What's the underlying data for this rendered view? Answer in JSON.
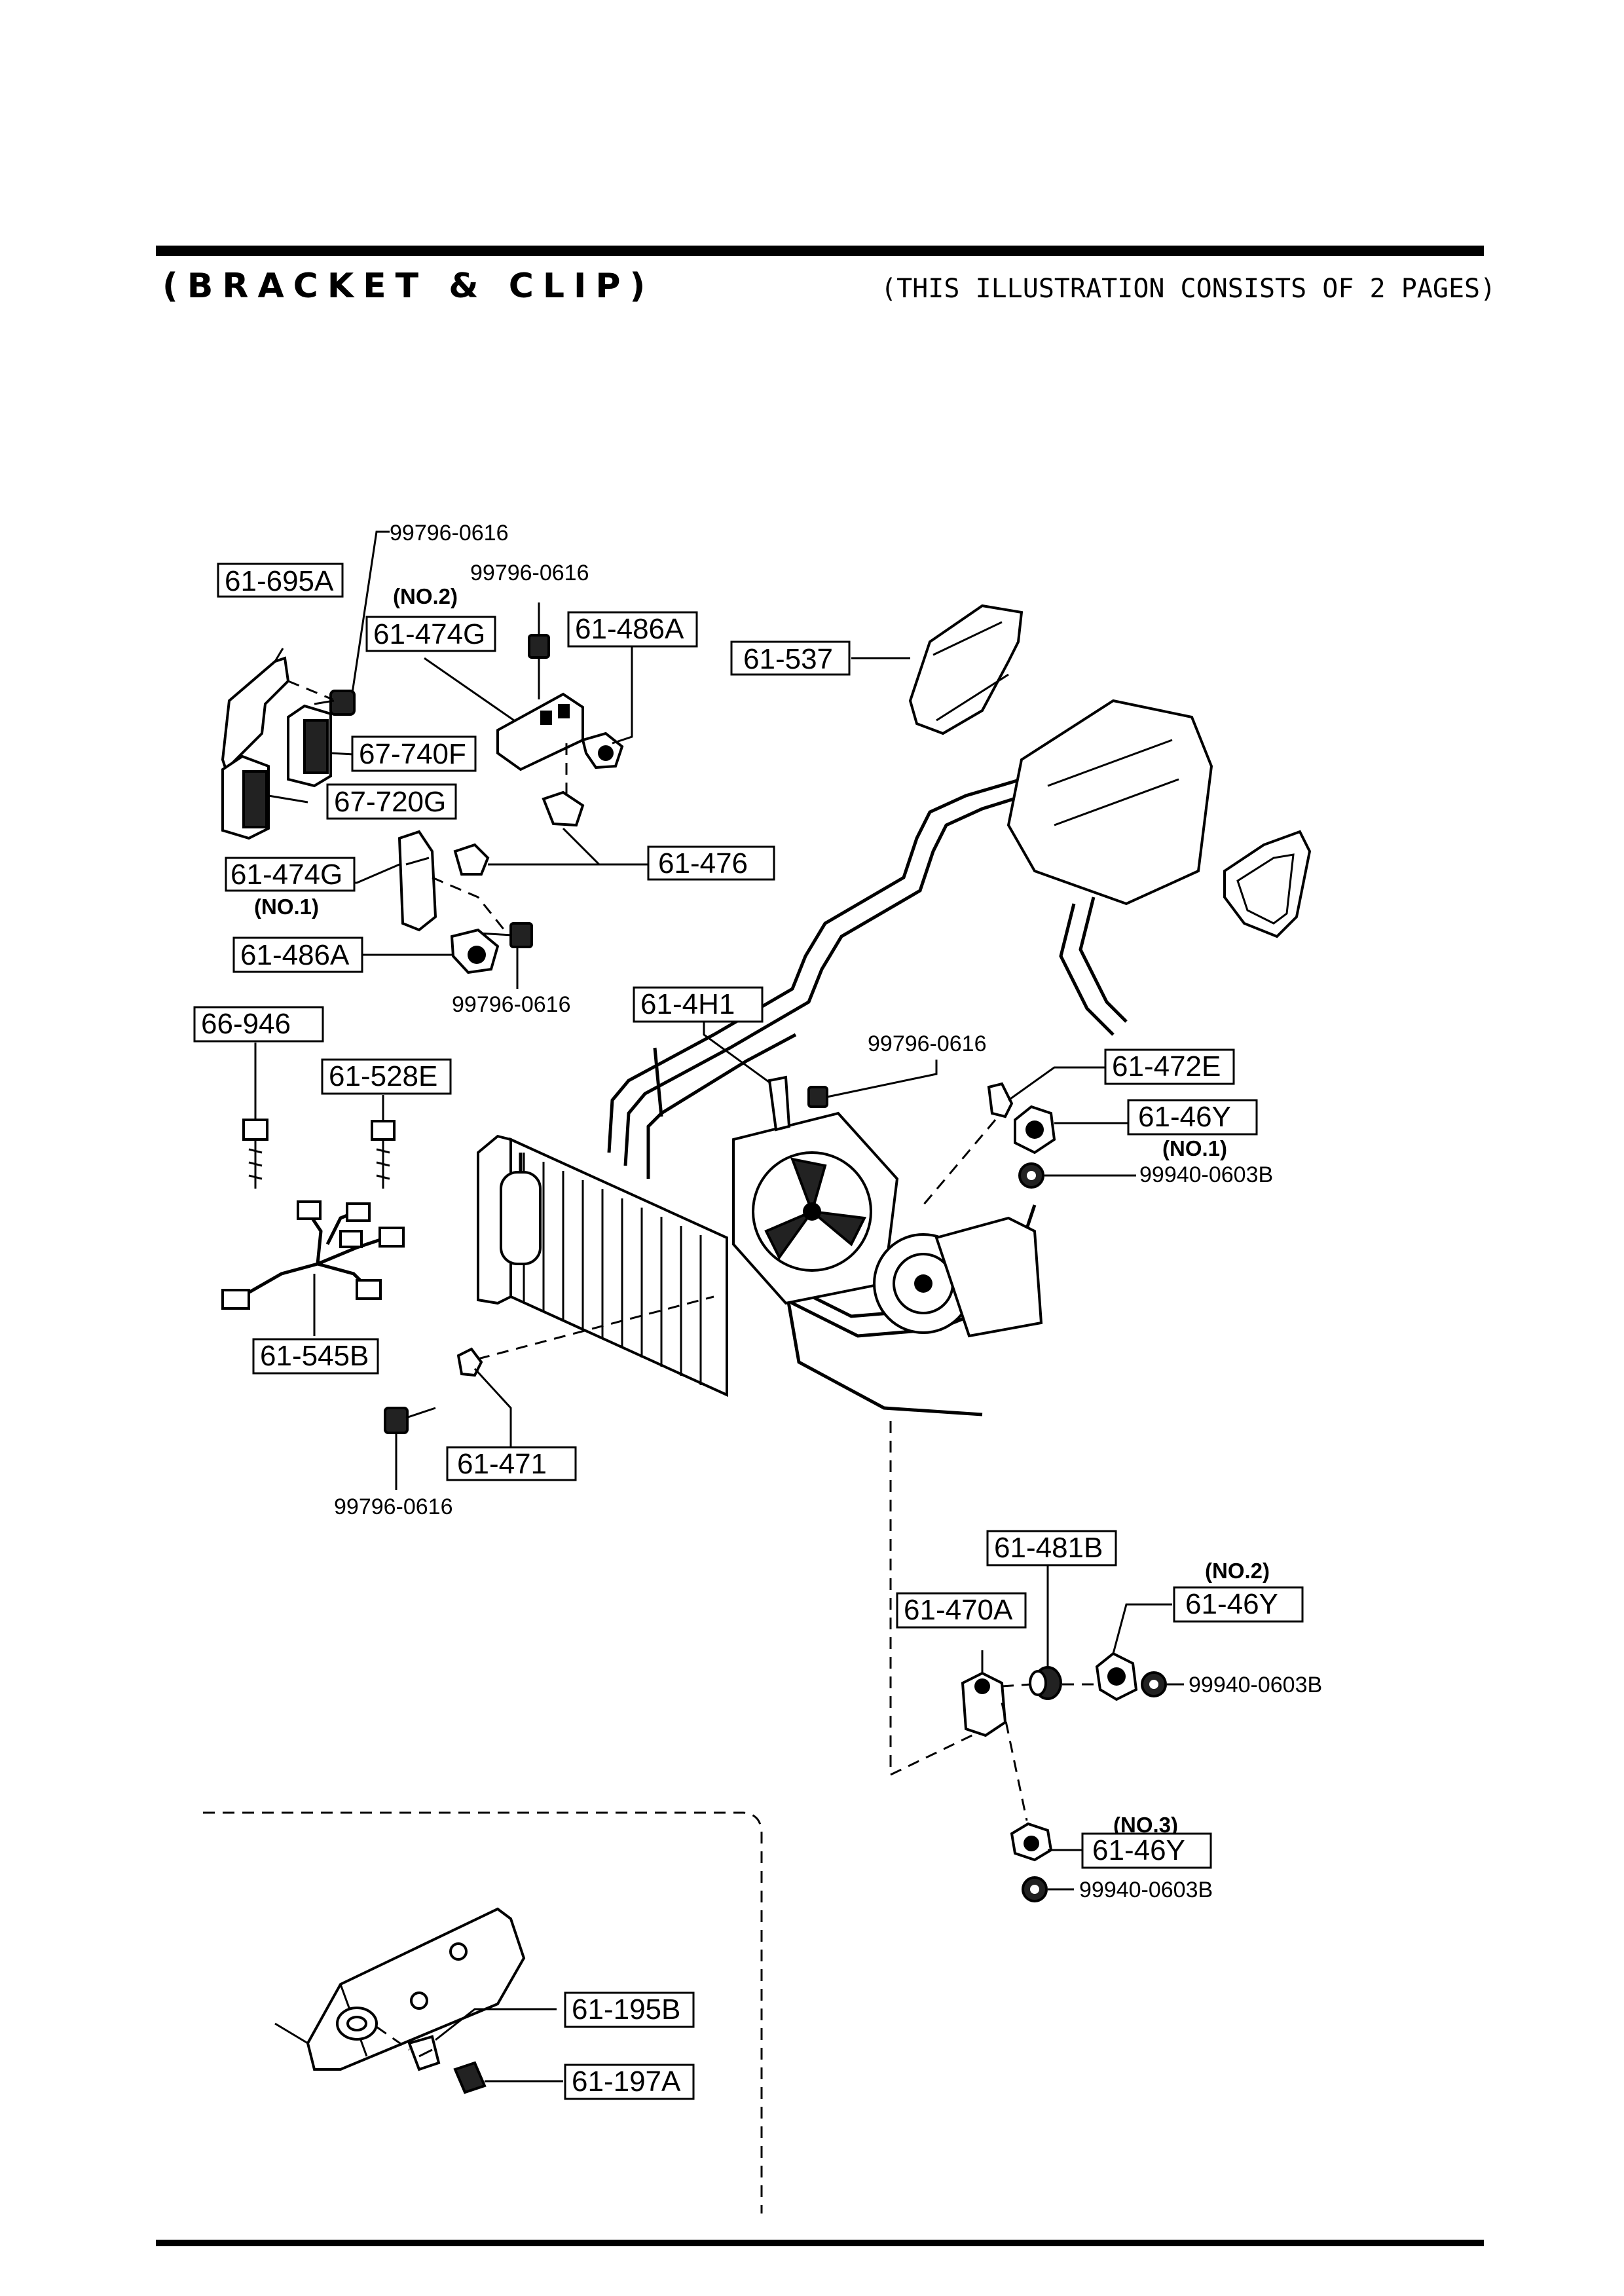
{
  "header": {
    "title": "(BRACKET & CLIP)",
    "subtitle": "(THIS ILLUSTRATION CONSISTS OF  2 PAGES)"
  },
  "labels": {
    "p61_695A": "61-695A",
    "p61_474G_no2": "61-474G",
    "no2_474": "(NO.2)",
    "p61_486A_top": "61-486A",
    "p61_537": "61-537",
    "p67_740F": "67-740F",
    "p67_720G": "67-720G",
    "p61_476": "61-476",
    "p61_474G_no1": "61-474G",
    "no1_474": "(NO.1)",
    "p61_486A_low": "61-486A",
    "p66_946": "66-946",
    "p61_528E": "61-528E",
    "p61_545B": "61-545B",
    "p61_4H1": "61-4H1",
    "p61_472E": "61-472E",
    "p61_46Y_no1": "61-46Y",
    "no1_46Y": "(NO.1)",
    "p61_471": "61-471",
    "p61_481B": "61-481B",
    "no2_46Y": "(NO.2)",
    "p61_46Y_no2": "61-46Y",
    "p61_470A": "61-470A",
    "no3_46Y": "(NO.3)",
    "p61_46Y_no3": "61-46Y",
    "p61_195B": "61-195B",
    "p61_197A": "61-197A"
  },
  "callouts": {
    "bolt_top": "99796-0616",
    "bolt_474": "99796-0616",
    "bolt_486": "99796-0616",
    "bolt_4H1": "99796-0616",
    "bolt_471": "99796-0616",
    "nut_46Y_1": "99940-0603B",
    "nut_46Y_2": "99940-0603B",
    "nut_46Y_3": "99940-0603B"
  }
}
